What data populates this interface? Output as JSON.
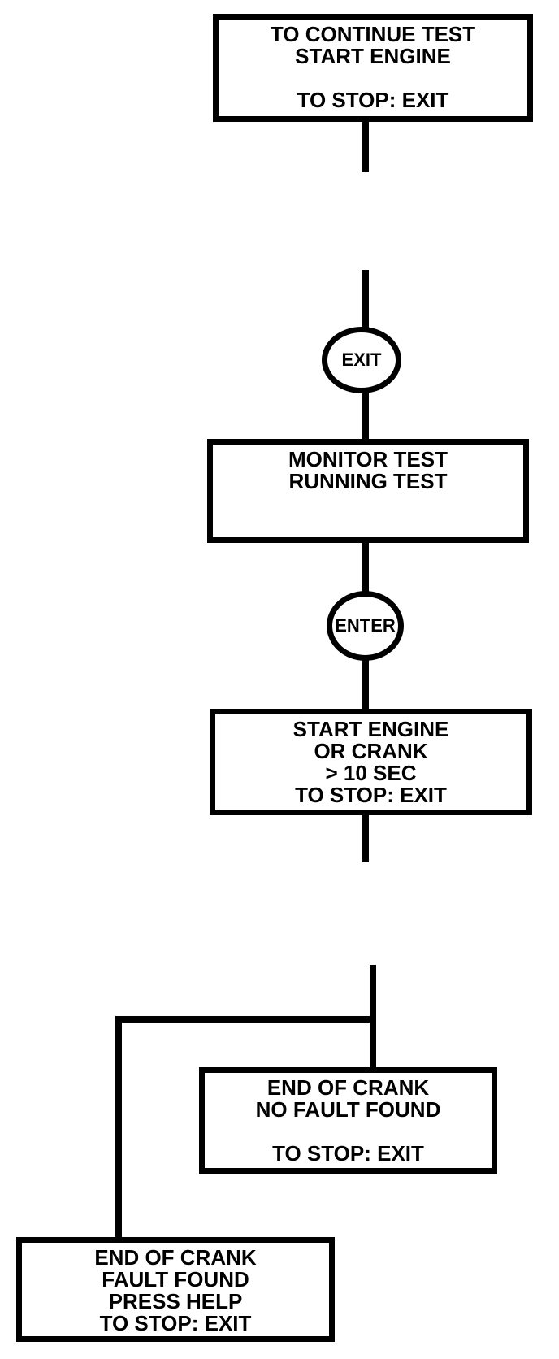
{
  "colors": {
    "ink": "#000000",
    "paper": "#ffffff"
  },
  "diagram": {
    "box_continue_test": {
      "lines": [
        "TO CONTINUE TEST",
        "START ENGINE",
        "",
        "TO STOP: EXIT"
      ]
    },
    "key_exit": {
      "label": "EXIT"
    },
    "box_monitor_test": {
      "lines": [
        "MONITOR TEST",
        "RUNNING TEST"
      ]
    },
    "key_enter": {
      "label": "ENTER"
    },
    "box_start_engine": {
      "lines": [
        "START ENGINE",
        "OR CRANK",
        "> 10 SEC",
        "TO STOP: EXIT"
      ]
    },
    "box_no_fault": {
      "lines": [
        "END OF CRANK",
        "NO FAULT FOUND",
        "",
        "TO STOP: EXIT"
      ]
    },
    "box_fault_found": {
      "lines": [
        "END OF CRANK",
        "FAULT FOUND",
        "PRESS HELP",
        "TO STOP: EXIT"
      ]
    }
  }
}
